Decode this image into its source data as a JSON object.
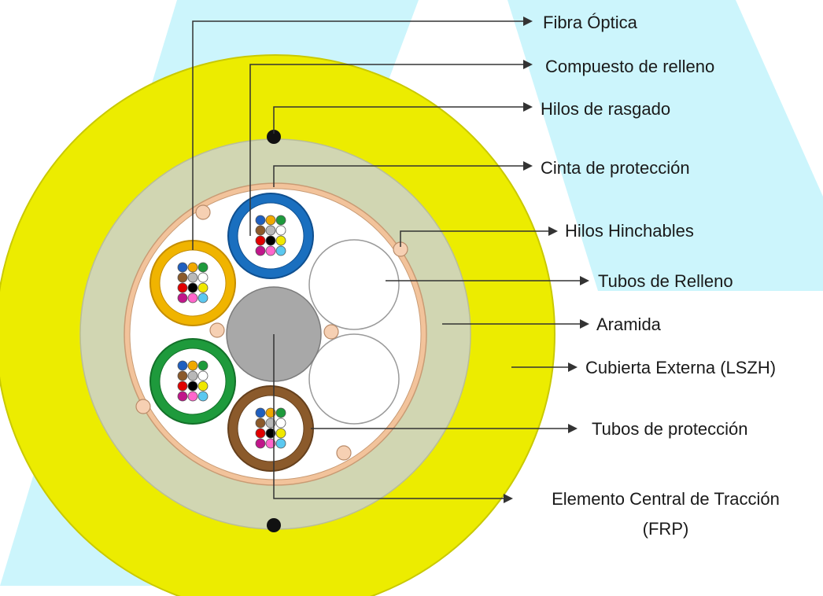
{
  "colors": {
    "watermark": "#ccf5fc",
    "outer_jacket": "#ecec00",
    "outer_jacket_stroke": "#c9c900",
    "aramid": "#d1d6b2",
    "protective_tape": "#f2c39b",
    "core": "#ffffff",
    "central_member": "#a8a8a8",
    "filler_tube": "#ffffff",
    "swell_yarn": "#f6d0b3",
    "rip_cord": "#111111",
    "leader_line": "#333333"
  },
  "labels": [
    {
      "id": "fibra-optica",
      "text": "Fibra Óptica"
    },
    {
      "id": "compuesto-relleno",
      "text": "Compuesto de relleno"
    },
    {
      "id": "hilos-rasgado",
      "text": "Hilos de rasgado"
    },
    {
      "id": "cinta-proteccion",
      "text": "Cinta de protección"
    },
    {
      "id": "hilos-hinchables",
      "text": "Hilos Hinchables"
    },
    {
      "id": "tubos-relleno",
      "text": "Tubos de Relleno"
    },
    {
      "id": "aramida",
      "text": "Aramida"
    },
    {
      "id": "cubierta-externa",
      "text": "Cubierta Externa (LSZH)"
    },
    {
      "id": "tubos-proteccion",
      "text": "Tubos de protección"
    },
    {
      "id": "elemento-central-1",
      "text": "Elemento Central de Tracción"
    },
    {
      "id": "elemento-central-2",
      "text": "(FRP)"
    }
  ],
  "tubes": [
    {
      "id": "tube-orange",
      "color": "#f0b400",
      "dark": "#c48d00"
    },
    {
      "id": "tube-blue",
      "color": "#1a6fbf",
      "dark": "#0f4f8f"
    },
    {
      "id": "tube-green",
      "color": "#1e9a3c",
      "dark": "#137029"
    },
    {
      "id": "tube-brown",
      "color": "#8b5a2b",
      "dark": "#65401d"
    }
  ],
  "fiber_colors": [
    "#1f5fbf",
    "#f0a800",
    "#1e9a3c",
    "#8b5a2b",
    "#b8b8b8",
    "#ffffff",
    "#e00000",
    "#000000",
    "#f0e800",
    "#c0168a",
    "#ff66cc",
    "#5bc8f0"
  ]
}
